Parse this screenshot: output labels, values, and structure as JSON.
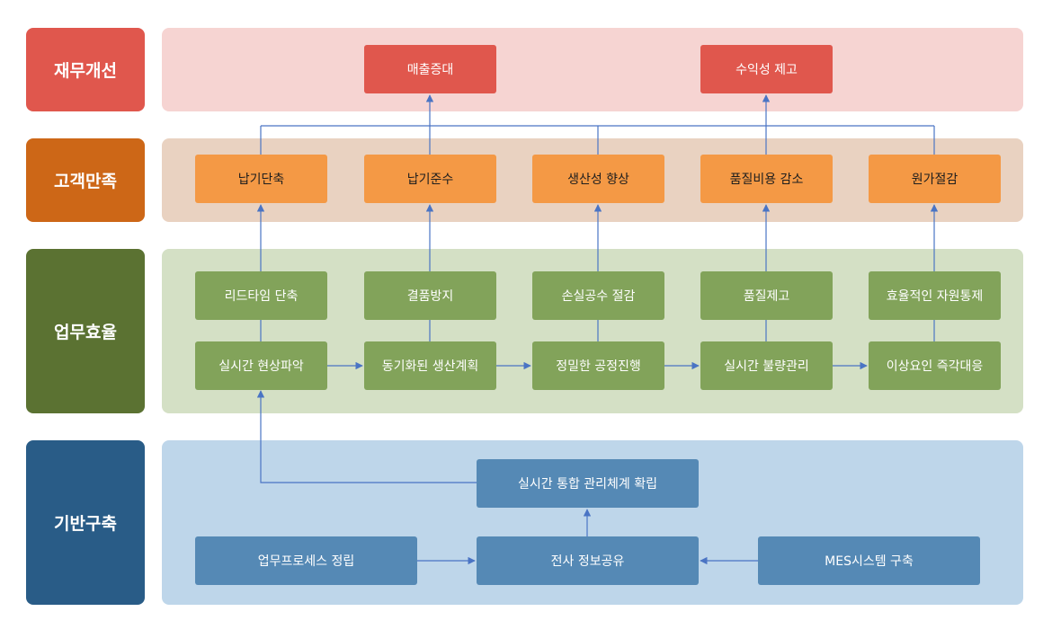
{
  "colors": {
    "finance": "#e0574d",
    "finance_band": "#f6d4d2",
    "customer": "#cd6717",
    "customer_band": "#e9d2c1",
    "customer_node": "#f49945",
    "ops": "#5b7232",
    "ops_band": "#d4e0c5",
    "ops_node": "#82a35a",
    "infra": "#295c87",
    "infra_band": "#bed6ea",
    "infra_node": "#5589b5",
    "line": "#4a74c4"
  },
  "rows": {
    "finance": {
      "label": "재무개선",
      "nodes": [
        "매출증대",
        "수익성 제고"
      ]
    },
    "customer": {
      "label": "고객만족",
      "nodes": [
        "납기단축",
        "납기준수",
        "생산성 향상",
        "품질비용 감소",
        "원가절감"
      ]
    },
    "ops": {
      "label": "업무효율",
      "top": [
        "리드타임 단축",
        "결품방지",
        "손실공수 절감",
        "품질제고",
        "효율적인 자원통제"
      ],
      "bottom": [
        "실시간 현상파악",
        "동기화된 생산계획",
        "정밀한 공정진행",
        "실시간 불량관리",
        "이상요인 즉각대응"
      ]
    },
    "infra": {
      "label": "기반구축",
      "top": "실시간 통합 관리체계 확립",
      "bottom": [
        "업무프로세스 정립",
        "전사 정보공유",
        "MES시스템 구축"
      ]
    }
  }
}
